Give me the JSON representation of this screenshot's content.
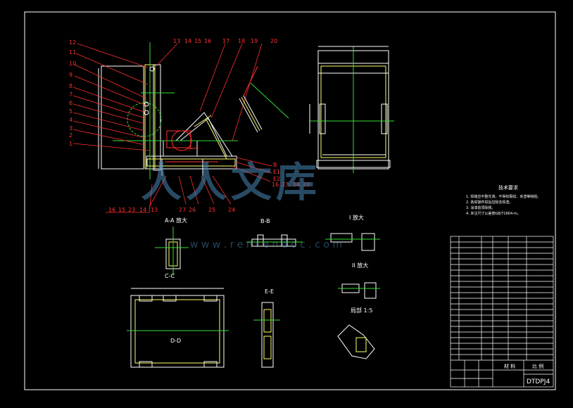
{
  "callouts_top": [
    "12",
    "13",
    "14",
    "15",
    "16",
    "17",
    "18",
    "19",
    "20"
  ],
  "callouts_left": [
    "11",
    "10",
    "9",
    "8",
    "7",
    "6",
    "5",
    "4",
    "3",
    "2",
    "1"
  ],
  "callouts_bottom_left": [
    "16",
    "15",
    "23",
    "14",
    "13"
  ],
  "callouts_bottom_mid": [
    "27",
    "26",
    "25",
    "24"
  ],
  "callouts_bottom_right": [
    "16",
    "23",
    "14",
    "22"
  ],
  "callouts_right": [
    "B",
    "E1",
    "E2"
  ],
  "section_labels": {
    "a_a": "A-A 放大",
    "b_b": "B-B",
    "c_c": "C-C",
    "d_d": "D-D",
    "e_e": "E-E",
    "i_view": "I 放大",
    "ii_view": "II 放大",
    "iii_view": "局部 1:5"
  },
  "notes": {
    "title": "技术要求",
    "lines": [
      "1. 焊缝应平整光滑，不得有裂纹、夹渣等缺陷。",
      "2. 各焊接件焊后应除去焊渣。",
      "3. 涂漆前须除锈。",
      "4. 未注尺寸公差按GB/T1804-m。"
    ]
  },
  "title_block": {
    "drawing_no": "DTDPJ4",
    "label_left": "材 料",
    "label_right": "比 例"
  },
  "watermark": {
    "cn": "人人文库",
    "url": "w w w . r e n r e n d o c . c o m"
  },
  "colors": {
    "red": "#ff3030",
    "yellow": "#ffff66",
    "green": "#33dd33",
    "cyan": "#66d9ff",
    "white": "#ffffff",
    "watermark": "#4a89b8"
  }
}
